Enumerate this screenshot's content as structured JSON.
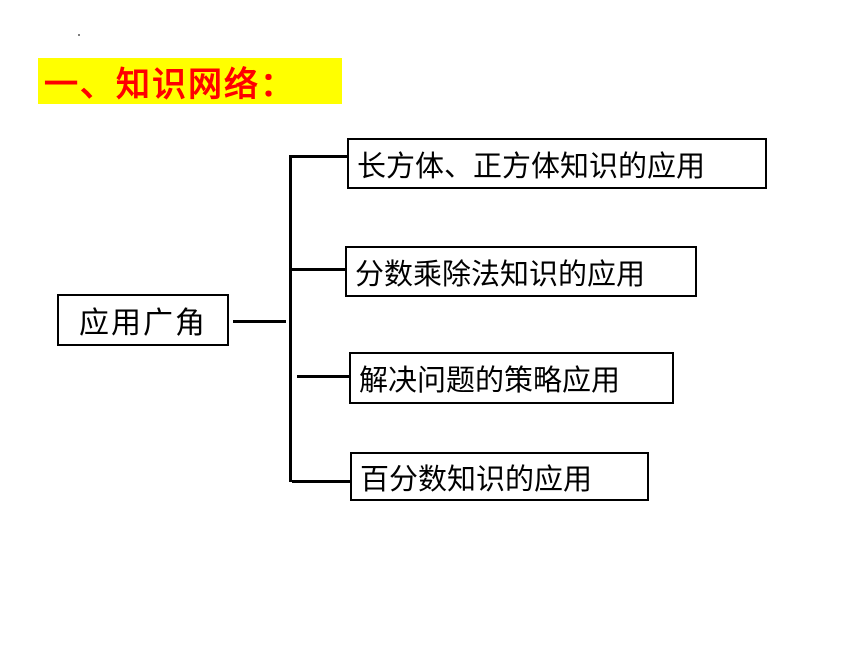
{
  "header": {
    "title": "一、知识网络："
  },
  "diagram": {
    "root": "应用广角",
    "branches": [
      "长方体、正方体知识的应用",
      "分数乘除法知识的应用",
      "解决问题的策略应用",
      "百分数知识的应用"
    ]
  },
  "colors": {
    "title_text": "#ff0000",
    "title_background": "#ffff00",
    "border": "#000000"
  }
}
